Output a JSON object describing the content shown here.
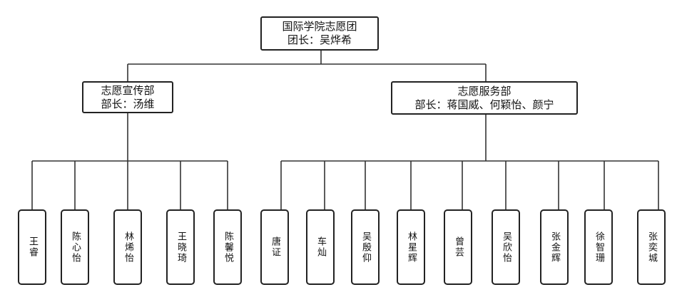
{
  "root": {
    "line1": "国际学院志愿团",
    "line2": "团长：吴烨希"
  },
  "depts": [
    {
      "line1": "志愿宣传部",
      "line2": "部长：汤维"
    },
    {
      "line1": "志愿服务部",
      "line2": "部长：蒋国威、何颖怡、颜宁"
    }
  ],
  "members_publicity": [
    "王睿",
    "陈心怡",
    "林烯怡",
    "王晓琦",
    "陈馨悦"
  ],
  "members_service": [
    "唐证",
    "车灿",
    "吴殷仰",
    "林星辉",
    "曾芸",
    "吴欣怡",
    "张金辉",
    "徐智珊",
    "张奕城"
  ]
}
